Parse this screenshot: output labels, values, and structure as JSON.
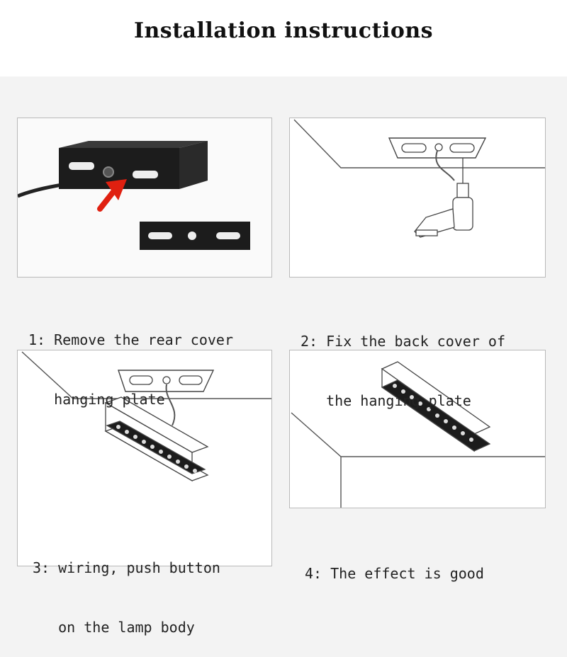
{
  "title": "Installation instructions",
  "steps": [
    {
      "line1": "1: Remove the rear cover",
      "line2": "   hanging plate"
    },
    {
      "line1": "2: Fix the back cover of",
      "line2": "   the hanging plate"
    },
    {
      "line1": "3: wiring, push button",
      "line2": "   on the lamp body"
    },
    {
      "line1": "4: The effect is good",
      "line2": ""
    }
  ],
  "colors": {
    "arrow": "#e02010",
    "box": "#1c1c1c"
  }
}
